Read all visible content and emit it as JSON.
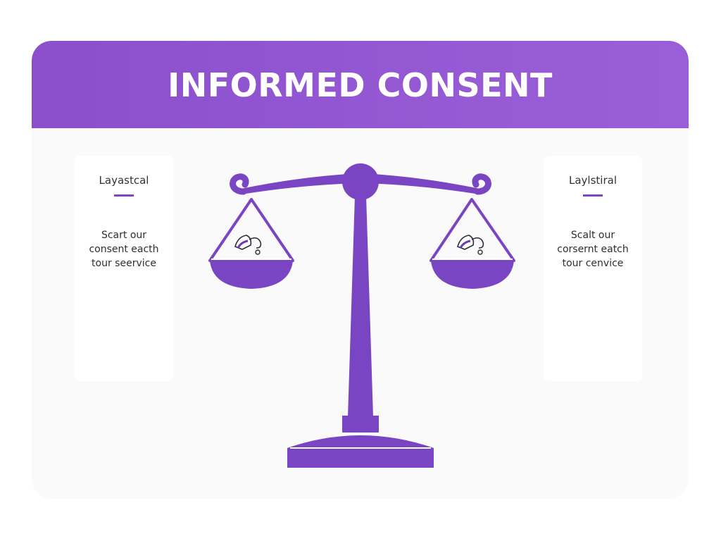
{
  "header": {
    "title": "INFORMED CONSENT"
  },
  "left_panel": {
    "heading": "Layastcal",
    "lines": [
      "Scart our",
      "consent eacth",
      "tour seervice"
    ]
  },
  "right_panel": {
    "heading": "Laylstiral",
    "lines": [
      "Scalt our",
      "corsernt eatch",
      "tour cenvice"
    ]
  },
  "icons": {
    "central": "balance-scale-icon",
    "pan_item": "stethoscope-icon"
  },
  "colors": {
    "accent": "#8b4fcc",
    "scale": "#7a45c3",
    "background": "#fbfafa"
  }
}
